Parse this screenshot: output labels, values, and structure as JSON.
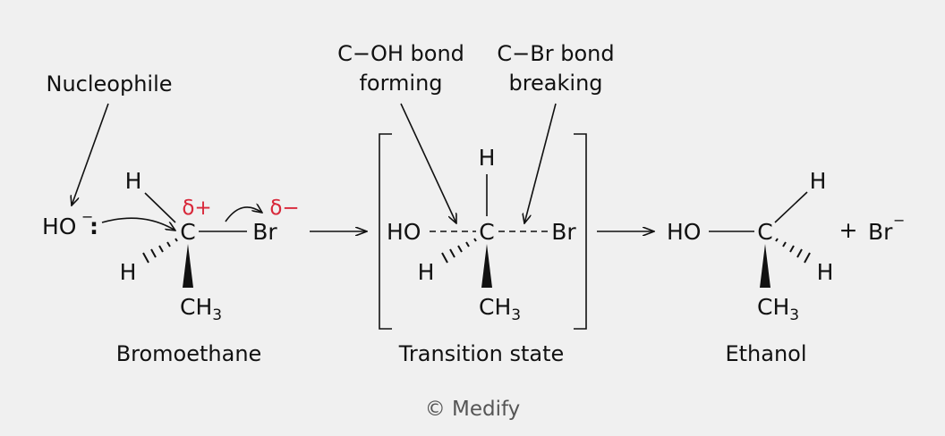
{
  "labels": {
    "nucleophile": "Nucleophile",
    "bond_forming_line1": "C−OH bond",
    "bond_forming_line2": "forming",
    "bond_breaking_line1": "C−Br bond",
    "bond_breaking_line2": "breaking"
  },
  "reactant": {
    "name": "Bromoethane",
    "hydroxide": "HO",
    "hydroxide_charge": "−",
    "lone_pair": ":",
    "carbon": "C",
    "bromine": "Br",
    "h_top": "H",
    "h_bottom": "H",
    "methyl_main": "CH",
    "methyl_sub": "3",
    "delta_plus": "δ+",
    "delta_minus": "δ−"
  },
  "transition_state": {
    "name": "Transition state",
    "hydroxyl": "HO",
    "carbon": "C",
    "bromine": "Br",
    "h_top": "H",
    "h_bottom": "H",
    "methyl_main": "CH",
    "methyl_sub": "3"
  },
  "product": {
    "name": "Ethanol",
    "hydroxyl": "HO",
    "carbon": "C",
    "h_top": "H",
    "h_right": "H",
    "methyl_main": "CH",
    "methyl_sub": "3",
    "plus": "+",
    "bromide": "Br",
    "bromide_charge": "−"
  },
  "credit": "© Medify",
  "colors": {
    "background": "#f0f0f0",
    "ink": "#111111",
    "partial_charge": "#d8283a",
    "credit": "#555555"
  }
}
